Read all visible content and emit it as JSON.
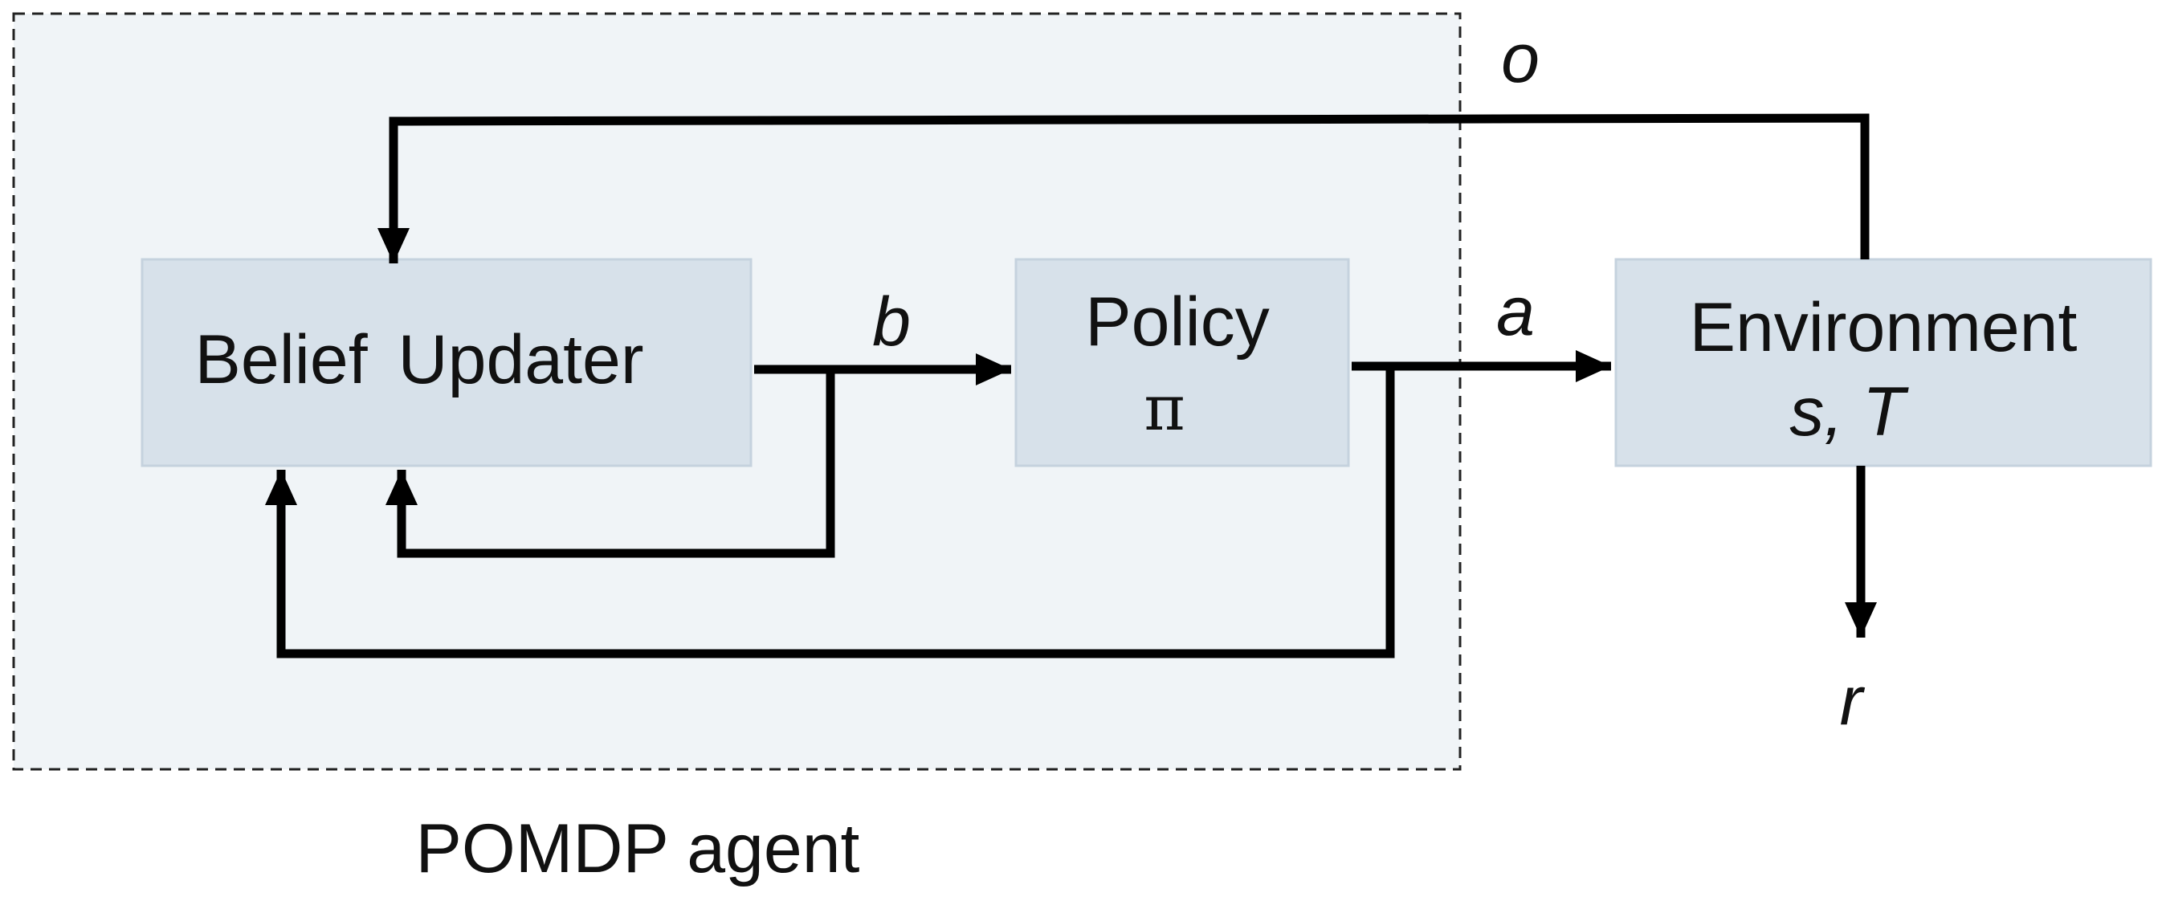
{
  "agent_region": {
    "label": "POMDP agent",
    "fill": "#f0f4f7",
    "border": "#222222"
  },
  "boxes": {
    "fill": "#d7e1ea",
    "border": "#c5d2de",
    "belief_updater": {
      "label": "Belief Updater"
    },
    "policy": {
      "label": "Policy",
      "symbol": "π"
    },
    "environment": {
      "label": "Environment",
      "symbol": "s, T"
    }
  },
  "signals": {
    "observation": "o",
    "belief": "b",
    "action": "a",
    "reward": "r"
  },
  "edges": [
    {
      "from": "environment",
      "to": "belief_updater",
      "label_key": "observation"
    },
    {
      "from": "belief_updater",
      "to": "policy",
      "label_key": "belief"
    },
    {
      "from": "belief_updater",
      "to": "belief_updater",
      "label_key": "belief",
      "note": "feedback"
    },
    {
      "from": "policy",
      "to": "environment",
      "label_key": "action"
    },
    {
      "from": "policy",
      "to": "belief_updater",
      "label_key": "action",
      "note": "feedback"
    },
    {
      "from": "environment",
      "to": "reward",
      "label_key": "reward"
    }
  ],
  "colors": {
    "arrow": "#000000"
  }
}
